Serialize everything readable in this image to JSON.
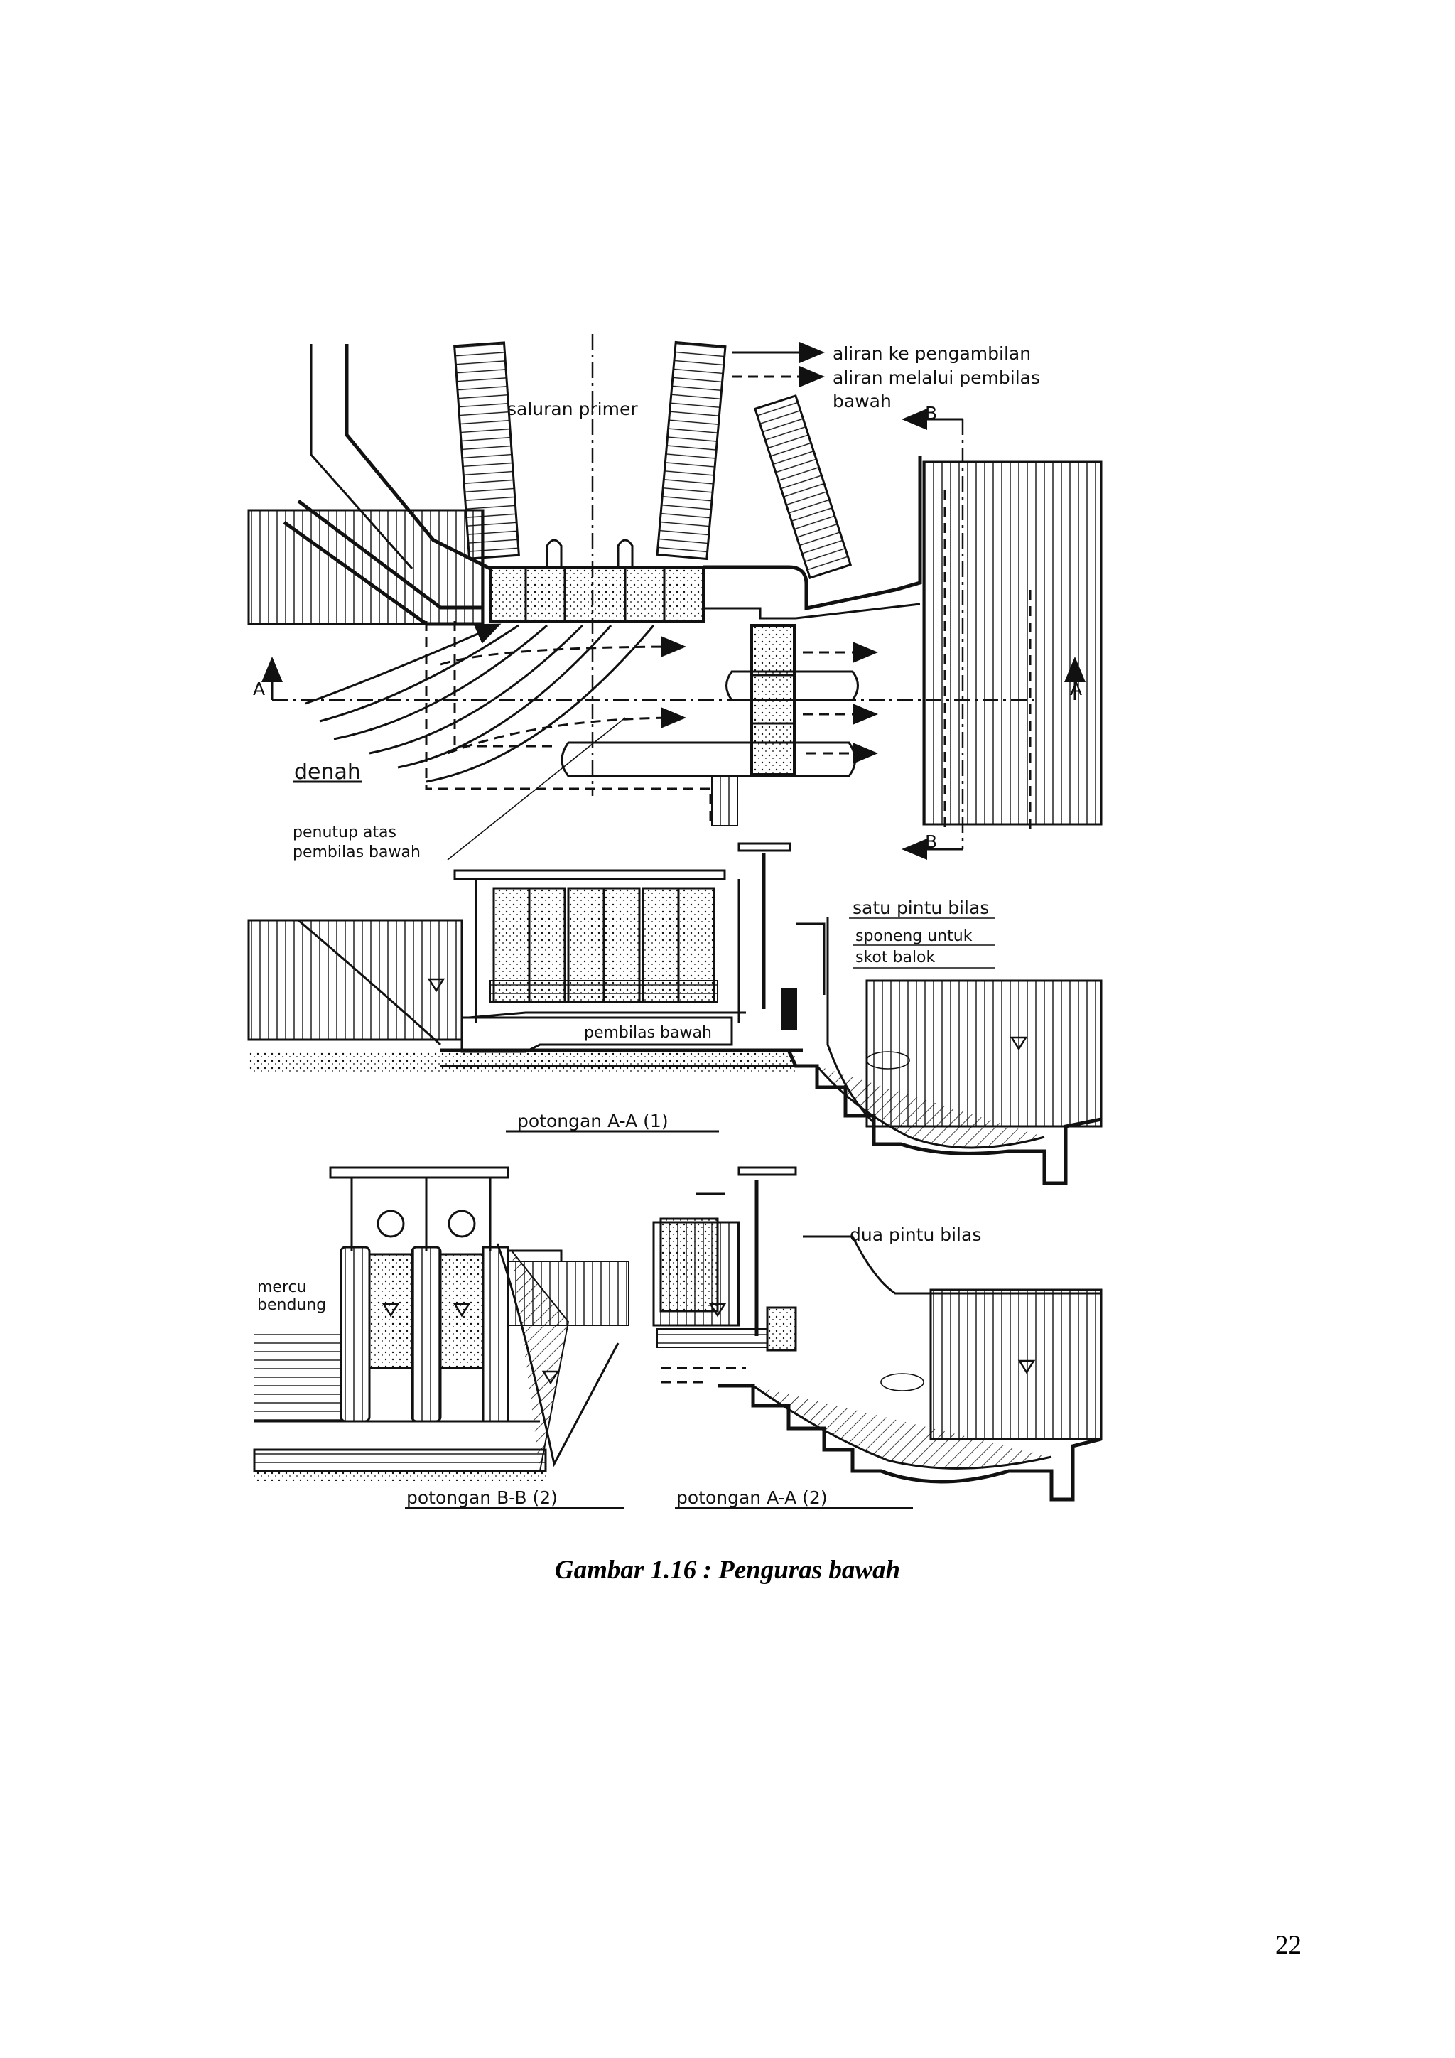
{
  "figure": {
    "legend": {
      "solid_arrow_label": "aliran ke pengambilan",
      "dashed_arrow_label_line1": "aliran melalui pembilas",
      "dashed_arrow_label_line2": "bawah"
    },
    "plan": {
      "title": "denah",
      "channel_label": "saluran primer",
      "section_mark_a": "A",
      "section_mark_b": "B",
      "callout_line1": "penutup atas",
      "callout_line2": "pembilas bawah"
    },
    "section_aa1": {
      "title": "potongan A-A (1)",
      "gate_label": "satu pintu bilas",
      "slot_label_line1": "sponeng untuk",
      "slot_label_line2": "skot balok",
      "sluice_label": "pembilas bawah"
    },
    "section_bb2": {
      "title": "potongan B-B (2)",
      "crest_label_line1": "mercu",
      "crest_label_line2": "bendung"
    },
    "section_aa2": {
      "title": "potongan A-A (2)",
      "gate_label": "dua pintu bilas"
    }
  },
  "caption": "Gambar 1.16 : Penguras bawah",
  "page_number": "22"
}
